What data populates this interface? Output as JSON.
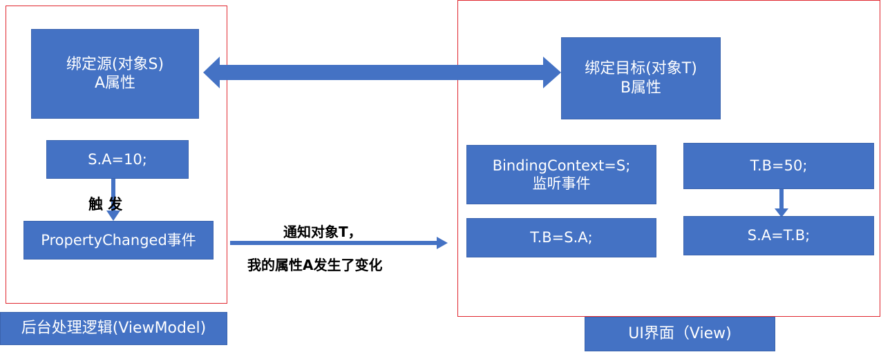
{
  "colors": {
    "box_fill": "#4472c4",
    "frame_border": "#e0262e",
    "arrow": "#4472c4",
    "text_light": "#ffffff",
    "text_dark": "#000000"
  },
  "left_panel": {
    "source_box": {
      "line1": "绑定源(对象S)",
      "line2": "A属性"
    },
    "assign_box": "S.A=10;",
    "trigger_label": "触 发",
    "event_box": "PropertyChanged事件",
    "caption": "后台处理逻辑(ViewModel)"
  },
  "right_panel": {
    "target_box": {
      "line1": "绑定目标(对象T)",
      "line2": "B属性"
    },
    "context_box": {
      "line1": "BindingContext=S;",
      "line2": "监听事件"
    },
    "tb_assign_box": "T.B=S.A;",
    "tb50_box": "T.B=50;",
    "sa_assign_box": "S.A=T.B;",
    "caption": "UI界面（View)"
  },
  "notify_label": {
    "line1": "通知对象T，",
    "line2": "我的属性A发生了变化"
  },
  "arrows": {
    "binding": "double-arrow",
    "notify": "right-arrow",
    "trigger": "down-arrow",
    "tb_to_sa": "down-arrow"
  }
}
